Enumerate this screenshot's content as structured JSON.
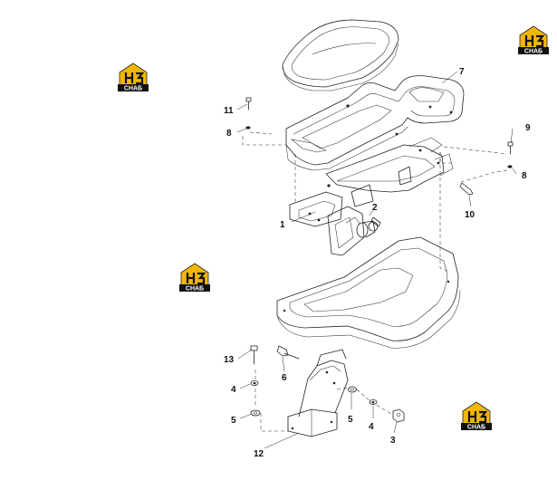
{
  "logos": [
    {
      "id": "logo-top-left",
      "text": "СНАБ"
    },
    {
      "id": "logo-top-right",
      "text": "СНАБ"
    },
    {
      "id": "logo-middle-left",
      "text": "СНАБ"
    },
    {
      "id": "logo-bottom-right",
      "text": "СНАБ"
    }
  ],
  "callouts": {
    "c1": "1",
    "c2": "2",
    "c3": "3",
    "c4a": "4",
    "c4b": "4",
    "c5a": "5",
    "c5b": "5",
    "c6": "6",
    "c7": "7",
    "c8a": "8",
    "c8b": "8",
    "c9": "9",
    "c10": "10",
    "c11": "11",
    "c12": "12",
    "c13": "13"
  }
}
